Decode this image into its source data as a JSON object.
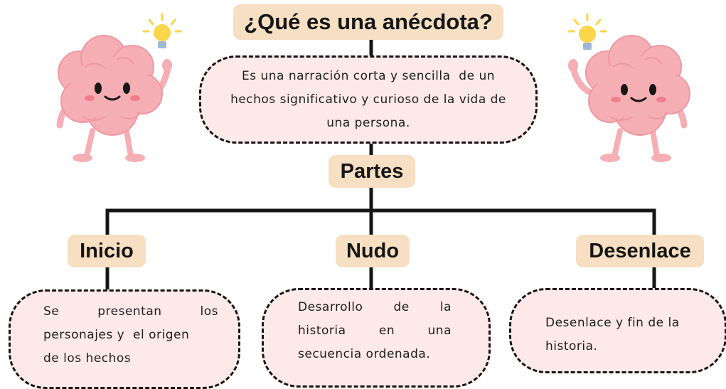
{
  "title": "¿Qué es una anécdota?",
  "definition": {
    "lines": [
      "Es una narración corta y sencilla  de un",
      "hechos significativo y curioso de la vida de",
      "una persona."
    ]
  },
  "parts_label": "Partes",
  "branches": {
    "inicio": {
      "label": "Inicio",
      "text": {
        "line1_words": [
          "Se",
          "presentan",
          "los"
        ],
        "line2": "personajes y  el origen",
        "line3": "de los hechos"
      }
    },
    "nudo": {
      "label": "Nudo",
      "text": {
        "line1_words": [
          "Desarrollo",
          "de",
          "la"
        ],
        "line2_words": [
          "historia",
          "en",
          "una"
        ],
        "line3": "secuencia ordenada."
      }
    },
    "desenlace": {
      "label": "Desenlace",
      "text": {
        "line1": "Desenlace y fin de la",
        "line2": "historia."
      }
    }
  },
  "colors": {
    "label_fill": "#f6dfc2",
    "box_fill": "#fde9e9",
    "line": "#161616",
    "brain_pink": "#f6aeb5",
    "bulb_yellow": "#fbd54a"
  },
  "icons": {
    "mascot": "brain-mascot-icon",
    "lightbulb": "lightbulb-icon"
  }
}
